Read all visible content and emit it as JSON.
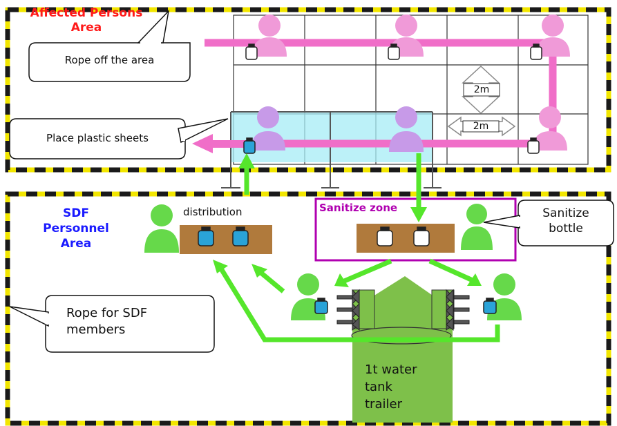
{
  "colors": {
    "area_dash_dark": "#1a1a1a",
    "area_dash_yellow": "#f2e600",
    "affected_title": "#ff1a1a",
    "sdf_title": "#1a1aff",
    "sanitize_zone": "#b000b0",
    "pink_person": "#f09ad8",
    "pink_route": "#f06ec8",
    "green": "#55e62b",
    "green_person": "#66d94a",
    "trailer": "#7ec04a",
    "table_wood": "#b07a3c",
    "plastic_sheet": "#a6ecf5",
    "water_bottle": "#2aa3d8"
  },
  "affected_area": {
    "title_line1": "Affected Persons",
    "title_line2": "Area"
  },
  "sdf_area": {
    "title_line1": "SDF",
    "title_line2": "Personnel",
    "title_line3": "Area"
  },
  "callouts": {
    "rope_off": "Rope off the area",
    "plastic_sheets": "Place plastic sheets",
    "rope_sdf_line1": "Rope for SDF",
    "rope_sdf_line2": "members",
    "sanitize_bottle_line1": "Sanitize",
    "sanitize_bottle_line2": "bottle"
  },
  "labels": {
    "distribution": "distribution",
    "sanitize_zone": "Sanitize zone",
    "distance_vertical": "2m",
    "distance_horizontal": "2m",
    "trailer_line1": "1t water",
    "trailer_line2": "tank",
    "trailer_line3": "trailer"
  },
  "icons": {
    "person": "person-icon",
    "water_container": "water-container-icon",
    "faucet": "faucet-icon"
  }
}
